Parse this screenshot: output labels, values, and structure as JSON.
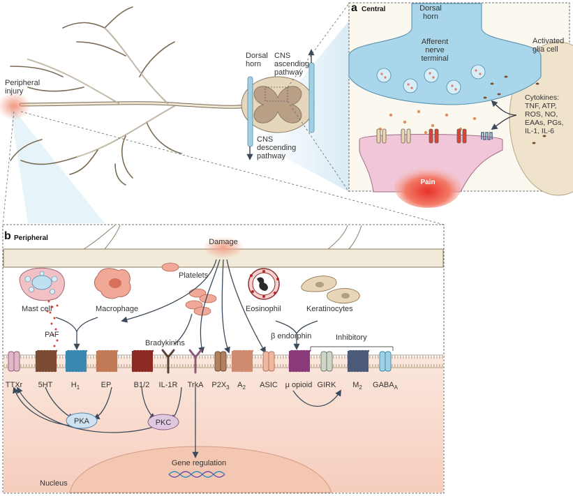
{
  "panel_a": {
    "letter": "a",
    "name": "Central",
    "dorsal_horn_top": "Dorsal\nhorn",
    "afferent_terminal": "Afferent\nnerve\nterminal",
    "activated_glia": "Activated\nglia cell",
    "cytokines": "Cytokines:\nTNF, ATP,\nROS, NO,\nEAAs, PGs,\nIL-1, IL-6",
    "pain": "Pain"
  },
  "overview": {
    "peripheral_injury": "Peripheral\ninjury",
    "dorsal_horn": "Dorsal\nhorn",
    "cns_ascending": "CNS\nascending\npathway",
    "cns_descending": "CNS\ndescending\npathway"
  },
  "panel_b": {
    "letter": "b",
    "name": "Peripheral",
    "damage": "Damage",
    "platelets": "Platelets",
    "mast_cell": "Mast cell",
    "macrophage": "Macrophage",
    "eosinophil": "Eosinophil",
    "keratinocytes": "Keratinocytes",
    "paf": "PAF",
    "bradykinins": "Bradykinins",
    "beta_endorphin": "β endorphin",
    "inhibitory": "Inhibitory",
    "pka": "PKA",
    "pkc": "PKC",
    "gene_regulation": "Gene regulation",
    "nucleus": "Nucleus",
    "receptors": [
      {
        "name": "TTXr"
      },
      {
        "name": "5HT"
      },
      {
        "name": "H",
        "sub": "1"
      },
      {
        "name": "EP"
      },
      {
        "name": "B1/2"
      },
      {
        "name": "IL-1R"
      },
      {
        "name": "TrkA"
      },
      {
        "name": "P2X",
        "sub": "3"
      },
      {
        "name": "A",
        "sub": "2"
      },
      {
        "name": "ASIC"
      },
      {
        "name": "μ opioid"
      },
      {
        "name": "GIRK"
      },
      {
        "name": "M",
        "sub": "2"
      },
      {
        "name": "GABA",
        "sub": "A"
      }
    ]
  },
  "colors": {
    "synapse_blue": "#a9d6ea",
    "postsynaptic_pink": "#f0c6d8",
    "cytoplasm": "#f9ddd0",
    "nerve": "#f2ead8",
    "glia": "#efe3cc",
    "pain_red": "#ee4d3c",
    "pka_blue": "#cfe2f1",
    "pkc_purple": "#e0c8e0"
  }
}
